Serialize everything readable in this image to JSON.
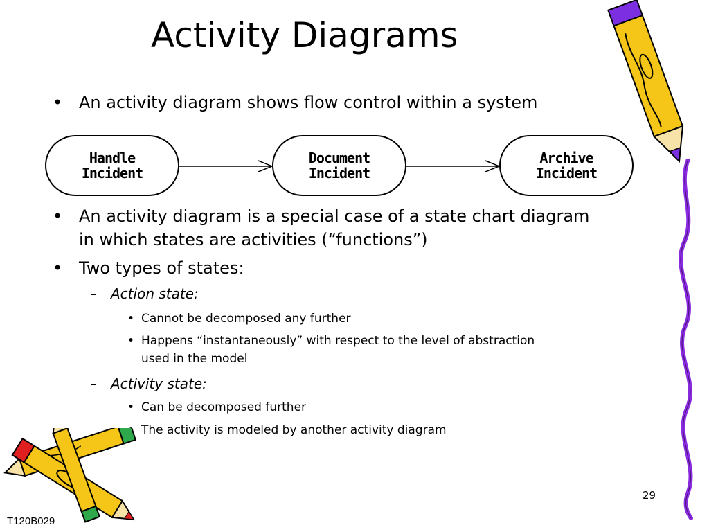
{
  "slide": {
    "title": "Activity Diagrams",
    "page_number": "29",
    "footer_code": "T120B029"
  },
  "bullets": {
    "b1": "An activity diagram shows flow control within a system",
    "b2_line1": "An activity diagram is a special case of a state chart diagram",
    "b2_line2": "in which states are activities (“functions”)",
    "b3": "Two types of states:",
    "action_state": "Action state:",
    "action_1": "Cannot be decomposed any further",
    "action_2_line1": "Happens “instantaneously” with respect to the level of abstraction",
    "action_2_line2": "used in the model",
    "activity_state": "Activity state:",
    "activity_1": "Can be decomposed further",
    "activity_2": "The activity is modeled by another activity diagram"
  },
  "markers": {
    "level1": "•",
    "level2": "–",
    "level3": "•"
  },
  "diagram": {
    "nodes": [
      {
        "line1": "Handle",
        "line2": "Incident"
      },
      {
        "line1": "Document",
        "line2": "Incident"
      },
      {
        "line1": "Archive",
        "line2": "Incident"
      }
    ]
  },
  "colors": {
    "pencil_yellow": "#F5C518",
    "pencil_purple": "#7B2FE0",
    "pencil_red": "#E02020",
    "pencil_green": "#2EA84A",
    "squiggle": "#8A2BE2"
  }
}
